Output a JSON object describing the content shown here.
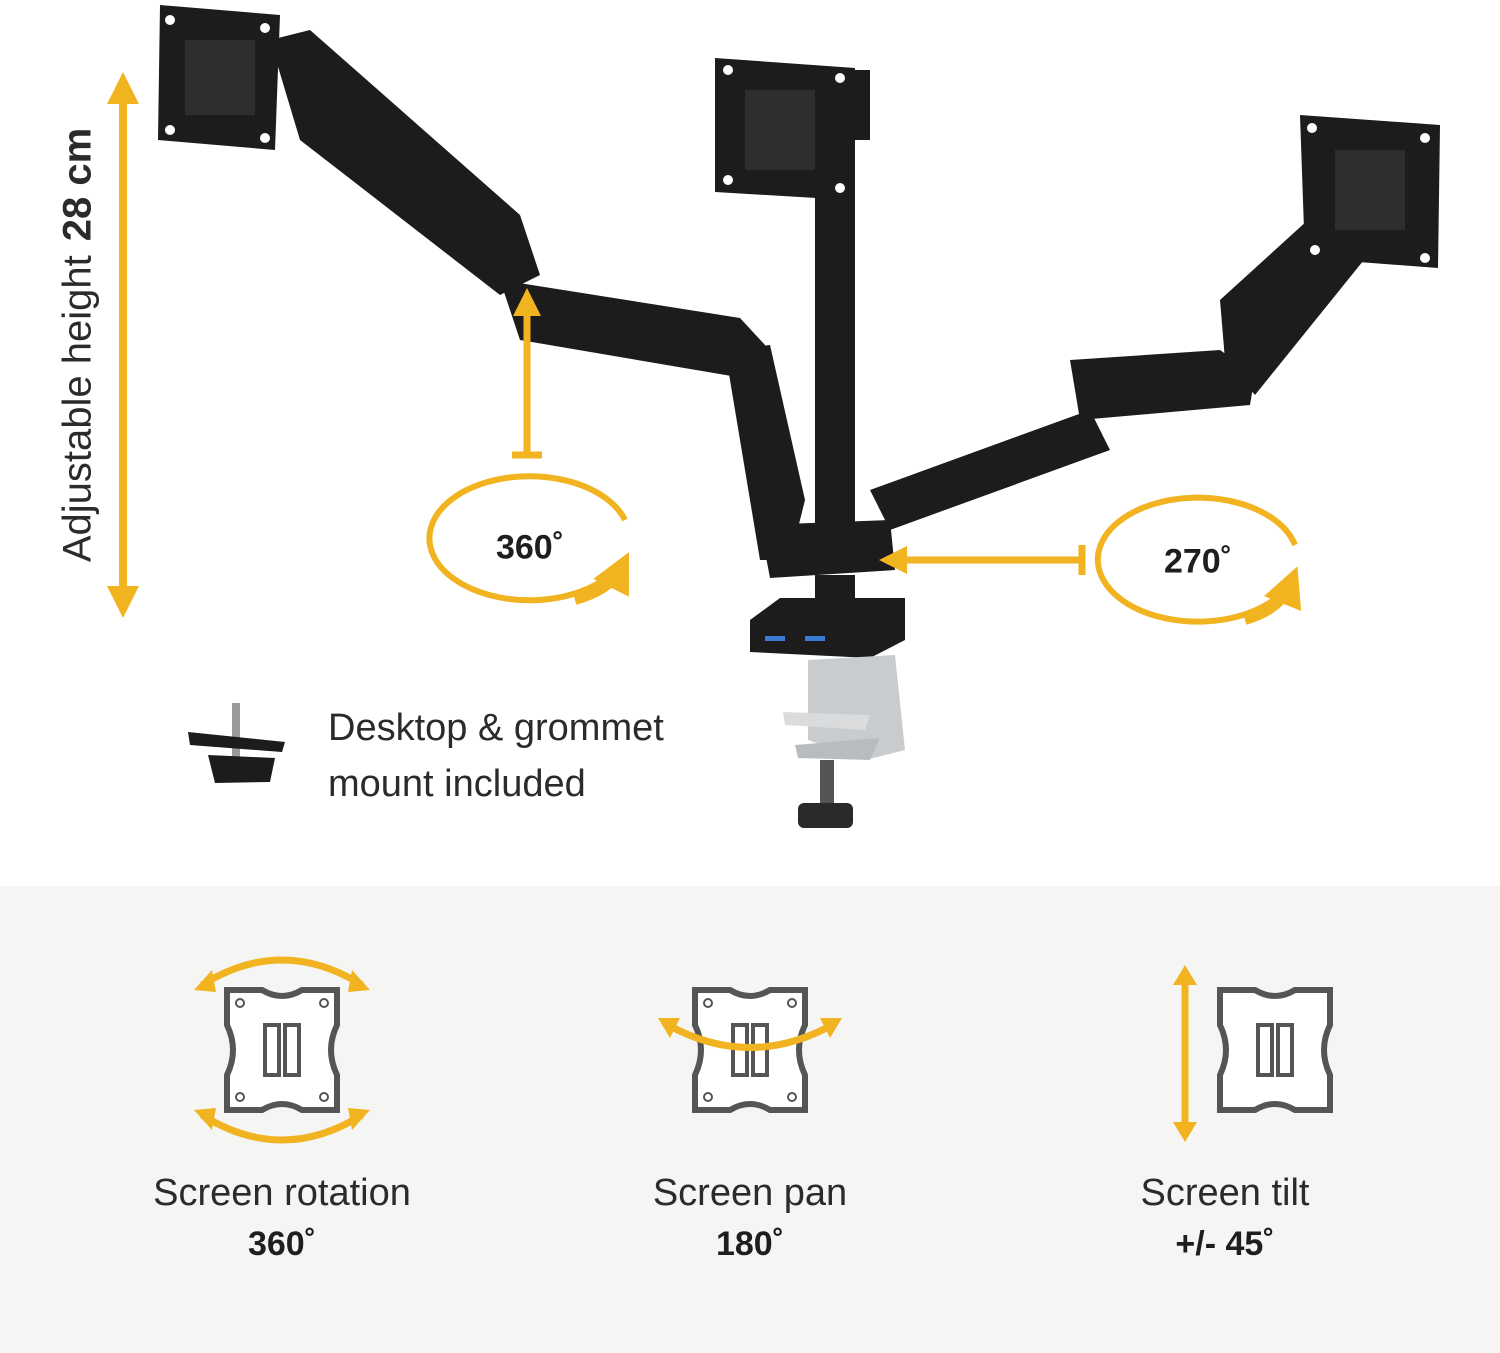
{
  "colors": {
    "accent": "#f2b320",
    "arm": "#1c1c1c",
    "panel_bg": "#f5f5f4"
  },
  "height": {
    "label": "Adjustable height",
    "value": "28 cm"
  },
  "rotation_left": "360˚",
  "rotation_right": "270˚",
  "mount": {
    "line1": "Desktop & grommet",
    "line2": "mount included"
  },
  "features": [
    {
      "label": "Screen rotation",
      "value": "360˚",
      "icon": "rotation-icon"
    },
    {
      "label": "Screen pan",
      "value": "180˚",
      "icon": "pan-icon"
    },
    {
      "label": "Screen tilt",
      "value": "+/- 45˚",
      "icon": "tilt-icon"
    }
  ]
}
